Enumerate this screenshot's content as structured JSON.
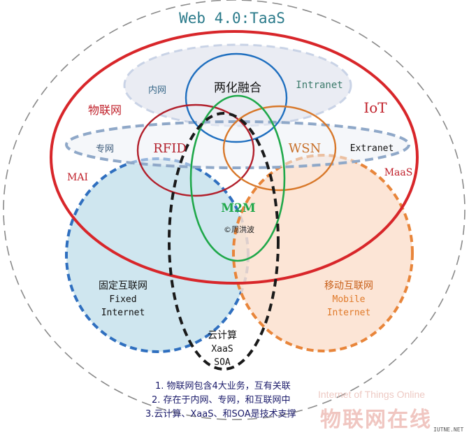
{
  "diagram": {
    "title": "Web 4.0:TaaS",
    "labels": {
      "intranet_cn": "内网",
      "intranet_en": "Intranet",
      "fusion": "两化融合",
      "iot_cn": "物联网",
      "iot_en": "IoT",
      "private_net_cn": "专网",
      "rfid": "RFID",
      "wsn": "WSN",
      "extranet": "Extranet",
      "mai": "MAI",
      "maas": "MaaS",
      "m2m": "M2M",
      "copyright": "©周洪波",
      "fixed_cn": "固定互联网",
      "fixed_en_1": "Fixed",
      "fixed_en_2": "Internet",
      "mobile_cn": "移动互联网",
      "mobile_en_1": "Mobile",
      "mobile_en_2": "Internet",
      "cloud_cn": "云计算",
      "cloud_xaas": "XaaS",
      "cloud_soa": "SOA"
    },
    "notes": [
      "1. 物联网包含4大业务，互有关联",
      "2. 存在于内网、专网，和互联网中",
      "3.云计算、XaaS、和SOA是技术支撑"
    ],
    "colors": {
      "outer_dashed": "#8a8a8a",
      "iot_red": "#d8262a",
      "intranet_fill": "#e6e9f1",
      "private_dashed": "#8fa8c8",
      "fusion_blue": "#1f6fbf",
      "rfid_darkred": "#b2202c",
      "wsn_orange": "#d8782a",
      "m2m_green": "#1fa84a",
      "cloud_black": "#1a1a1a",
      "fixed_fill": "#cfe6ef",
      "fixed_blue": "#2f6fbf",
      "mobile_fill": "#fbe1cf",
      "mobile_orange": "#e8853a",
      "title_teal": "#2a7a8a"
    }
  },
  "watermark": {
    "line1": "Internet of Things Online",
    "line2": "物联网在线",
    "small": "IUTNE.NET"
  }
}
